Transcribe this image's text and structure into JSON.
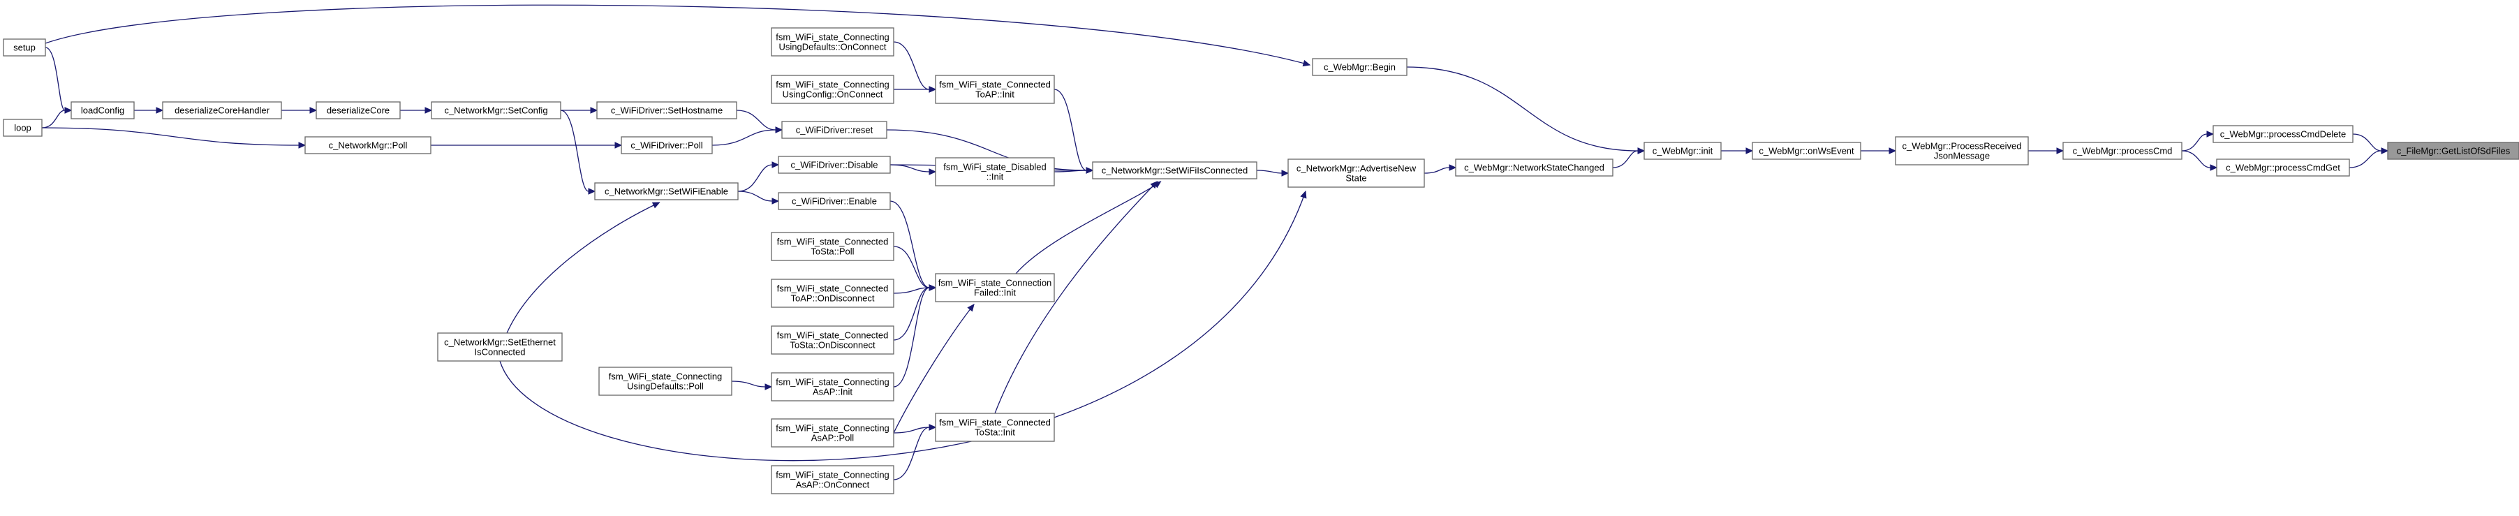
{
  "colors": {
    "edge": "#191970",
    "node_border": "#666666",
    "root_fill": "#999999",
    "node_fill": "#ffffff"
  },
  "nodes": {
    "getlist": {
      "lines": [
        "c_FileMgr::GetListOfSdFiles"
      ]
    },
    "cmddel": {
      "lines": [
        "c_WebMgr::processCmdDelete"
      ]
    },
    "cmdget": {
      "lines": [
        "c_WebMgr::processCmdGet"
      ]
    },
    "proccmd": {
      "lines": [
        "c_WebMgr::processCmd"
      ]
    },
    "procrecv": {
      "lines": [
        "c_WebMgr::ProcessReceived",
        "JsonMessage"
      ]
    },
    "onws": {
      "lines": [
        "c_WebMgr::onWsEvent"
      ]
    },
    "init": {
      "lines": [
        "c_WebMgr::init"
      ]
    },
    "begin": {
      "lines": [
        "c_WebMgr::Begin"
      ]
    },
    "netchg": {
      "lines": [
        "c_WebMgr::NetworkStateChanged"
      ]
    },
    "advnew": {
      "lines": [
        "c_NetworkMgr::AdvertiseNew",
        "State"
      ]
    },
    "setwific": {
      "lines": [
        "c_NetworkMgr::SetWiFiIsConnected"
      ]
    },
    "reset": {
      "lines": [
        "c_WiFiDriver::reset"
      ]
    },
    "disable": {
      "lines": [
        "c_WiFiDriver::Disable"
      ]
    },
    "cfinit": {
      "lines": [
        "fsm_WiFi_state_Connection",
        "Failed::Init"
      ]
    },
    "ctapinit": {
      "lines": [
        "fsm_WiFi_state_Connected",
        "ToAP::Init"
      ]
    },
    "disinit": {
      "lines": [
        "fsm_WiFi_state_Disabled",
        "::Init"
      ]
    },
    "ctstainit": {
      "lines": [
        "fsm_WiFi_state_Connected",
        "ToSta::Init"
      ]
    },
    "cudoc": {
      "lines": [
        "fsm_WiFi_state_Connecting",
        "UsingDefaults::OnConnect"
      ]
    },
    "cucoc": {
      "lines": [
        "fsm_WiFi_state_Connecting",
        "UsingConfig::OnConnect"
      ]
    },
    "sethost": {
      "lines": [
        "c_WiFiDriver::SetHostname"
      ]
    },
    "wpoll": {
      "lines": [
        "c_WiFiDriver::Poll"
      ]
    },
    "enable": {
      "lines": [
        "c_WiFiDriver::Enable"
      ]
    },
    "ctspoll": {
      "lines": [
        "fsm_WiFi_state_Connected",
        "ToSta::Poll"
      ]
    },
    "ctapdisc": {
      "lines": [
        "fsm_WiFi_state_Connected",
        "ToAP::OnDisconnect"
      ]
    },
    "ctsdisc": {
      "lines": [
        "fsm_WiFi_state_Connected",
        "ToSta::OnDisconnect"
      ]
    },
    "caapinit": {
      "lines": [
        "fsm_WiFi_state_Connecting",
        "AsAP::Init"
      ]
    },
    "caappoll": {
      "lines": [
        "fsm_WiFi_state_Connecting",
        "AsAP::Poll"
      ]
    },
    "caaponc": {
      "lines": [
        "fsm_WiFi_state_Connecting",
        "AsAP::OnConnect"
      ]
    },
    "cudpoll": {
      "lines": [
        "fsm_WiFi_state_Connecting",
        "UsingDefaults::Poll"
      ]
    },
    "setconfig": {
      "lines": [
        "c_NetworkMgr::SetConfig"
      ]
    },
    "npoll": {
      "lines": [
        "c_NetworkMgr::Poll"
      ]
    },
    "setwifien": {
      "lines": [
        "c_NetworkMgr::SetWiFiEnable"
      ]
    },
    "seteth": {
      "lines": [
        "c_NetworkMgr::SetEthernet",
        "IsConnected"
      ]
    },
    "descore": {
      "lines": [
        "deserializeCore"
      ]
    },
    "deshand": {
      "lines": [
        "deserializeCoreHandler"
      ]
    },
    "loadcfg": {
      "lines": [
        "loadConfig"
      ]
    },
    "setup": {
      "lines": [
        "setup"
      ]
    },
    "loop": {
      "lines": [
        "loop"
      ]
    }
  }
}
